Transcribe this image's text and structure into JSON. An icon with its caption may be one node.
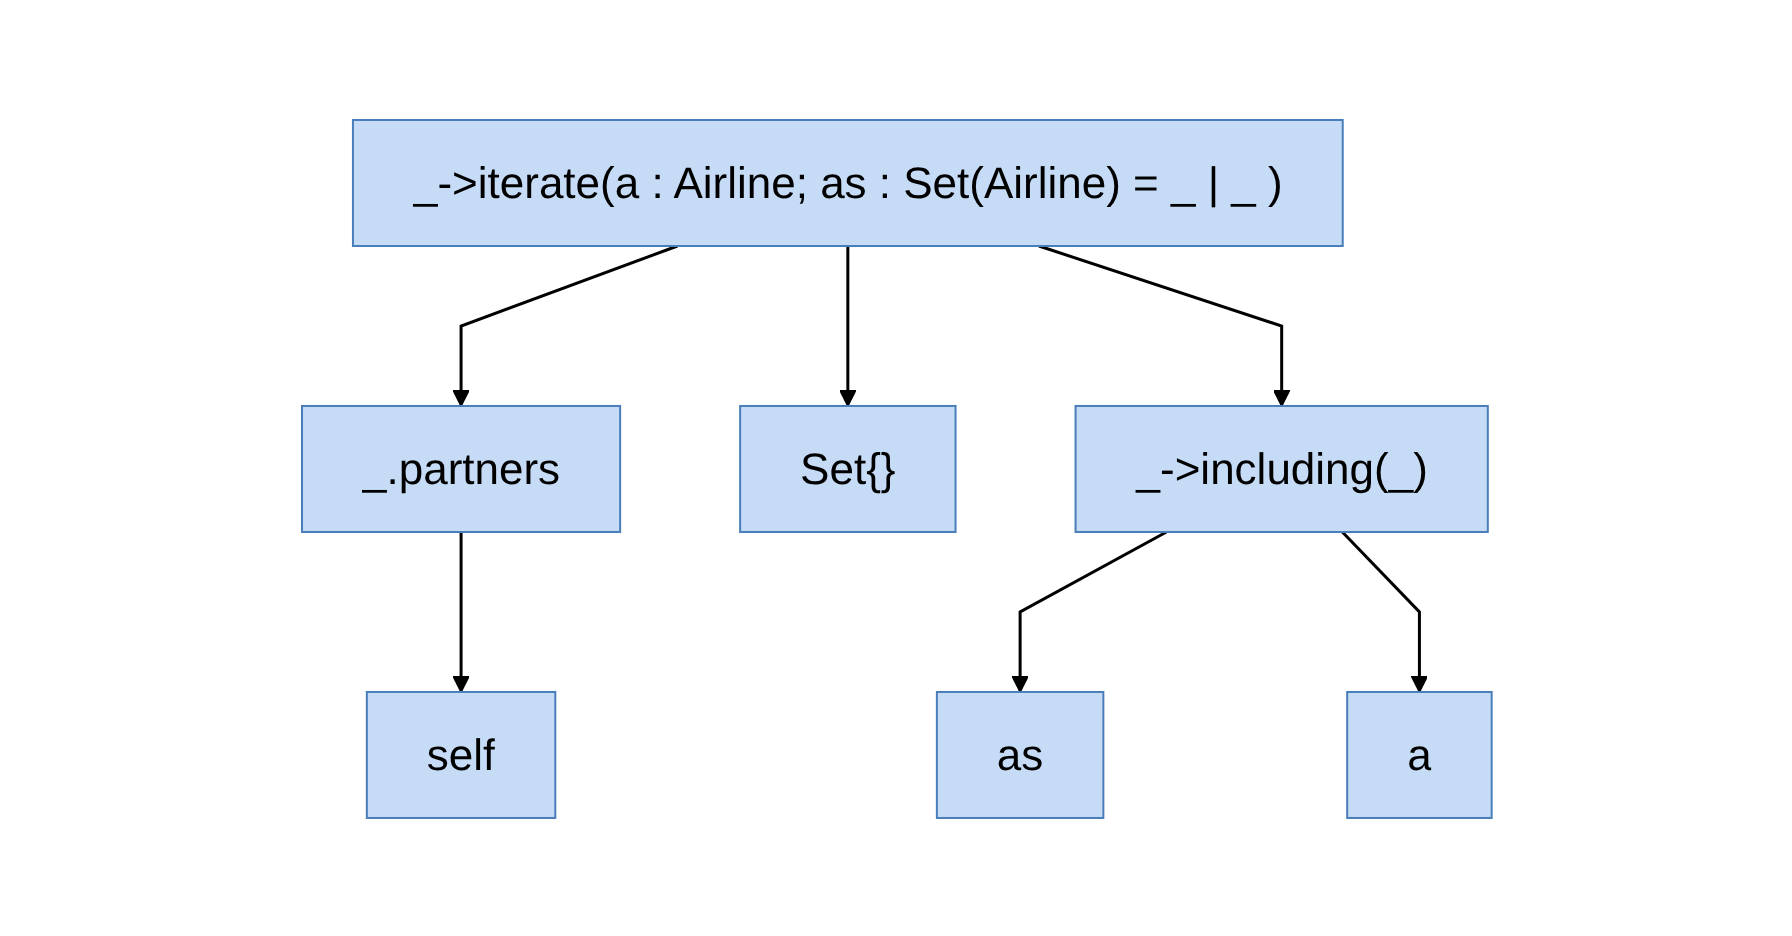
{
  "diagram": {
    "nodes": [
      {
        "text": [
          "_->iterate(a : Airline; as : Set(Airline) = _ | _ )"
        ]
      },
      {
        "text": [
          "_.partners"
        ]
      },
      {
        "text": [
          "Set{}"
        ]
      },
      {
        "text": [
          "_->including(_)"
        ]
      },
      {
        "text": [
          "self"
        ]
      },
      {
        "text": [
          "as"
        ]
      },
      {
        "text": [
          "a"
        ]
      }
    ],
    "edges": [
      {
        "from": 0,
        "to": 1,
        "arrow": "to"
      },
      {
        "from": 0,
        "to": 2,
        "arrow": "to"
      },
      {
        "from": 0,
        "to": 3,
        "arrow": "to"
      },
      {
        "from": 1,
        "to": 4,
        "arrow": "to"
      },
      {
        "from": 3,
        "to": 5,
        "arrow": "to"
      },
      {
        "from": 3,
        "to": 6,
        "arrow": "to"
      }
    ]
  }
}
